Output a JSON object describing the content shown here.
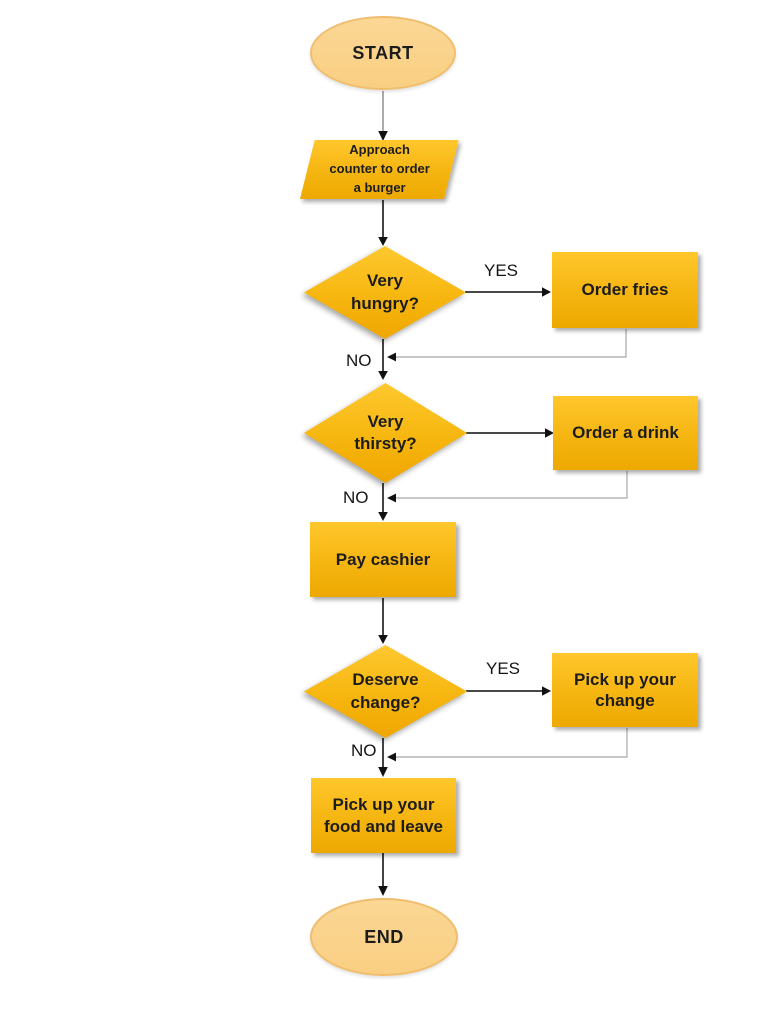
{
  "nodes": {
    "start": {
      "shape": "terminator",
      "label": "START"
    },
    "approach": {
      "shape": "parallelogram",
      "label": "Approach counter to order a burger",
      "lines": [
        "Approach",
        "counter to order",
        "a burger"
      ]
    },
    "very_hungry": {
      "shape": "decision",
      "label": "Very hungry?",
      "lines": [
        "Very",
        "hungry?"
      ]
    },
    "order_fries": {
      "shape": "process",
      "label": "Order fries"
    },
    "very_thirsty": {
      "shape": "decision",
      "label": "Very thirsty?",
      "lines": [
        "Very",
        "thirsty?"
      ]
    },
    "order_drink": {
      "shape": "process",
      "label": "Order a drink"
    },
    "pay_cashier": {
      "shape": "process",
      "label": "Pay cashier"
    },
    "deserve_change": {
      "shape": "decision",
      "label": "Deserve change?",
      "lines": [
        "Deserve",
        "change?"
      ]
    },
    "pickup_change": {
      "shape": "process",
      "label": "Pick up your change",
      "lines": [
        "Pick up your",
        "change"
      ]
    },
    "pickup_food": {
      "shape": "process",
      "label": "Pick up your food and leave",
      "lines": [
        "Pick up your",
        "food and leave"
      ]
    },
    "end": {
      "shape": "terminator",
      "label": "END"
    }
  },
  "edge_labels": {
    "hungry_yes": "YES",
    "hungry_no": "NO",
    "thirsty_no": "NO",
    "change_yes": "YES",
    "change_no": "NO"
  },
  "edges": [
    {
      "from": "start",
      "to": "approach",
      "label": ""
    },
    {
      "from": "approach",
      "to": "very_hungry",
      "label": ""
    },
    {
      "from": "very_hungry",
      "to": "order_fries",
      "label": "YES"
    },
    {
      "from": "order_fries",
      "to": "flow-junction-1",
      "label": ""
    },
    {
      "from": "very_hungry",
      "to": "very_thirsty",
      "label": "NO"
    },
    {
      "from": "very_thirsty",
      "to": "order_drink",
      "label": ""
    },
    {
      "from": "order_drink",
      "to": "flow-junction-2",
      "label": ""
    },
    {
      "from": "very_thirsty",
      "to": "pay_cashier",
      "label": "NO"
    },
    {
      "from": "pay_cashier",
      "to": "deserve_change",
      "label": ""
    },
    {
      "from": "deserve_change",
      "to": "pickup_change",
      "label": "YES"
    },
    {
      "from": "pickup_change",
      "to": "flow-junction-3",
      "label": ""
    },
    {
      "from": "deserve_change",
      "to": "pickup_food",
      "label": "NO"
    },
    {
      "from": "pickup_food",
      "to": "end",
      "label": ""
    }
  ],
  "colors": {
    "process_fill_top": "#ffc72c",
    "process_fill_bottom": "#eda900",
    "terminator_fill": "#fbd48d",
    "terminator_border": "#f0bd6e",
    "text": "#1c1c1c",
    "connector": "#2e2e2e",
    "return_line": "#a8a8a8",
    "background": "#ffffff"
  }
}
